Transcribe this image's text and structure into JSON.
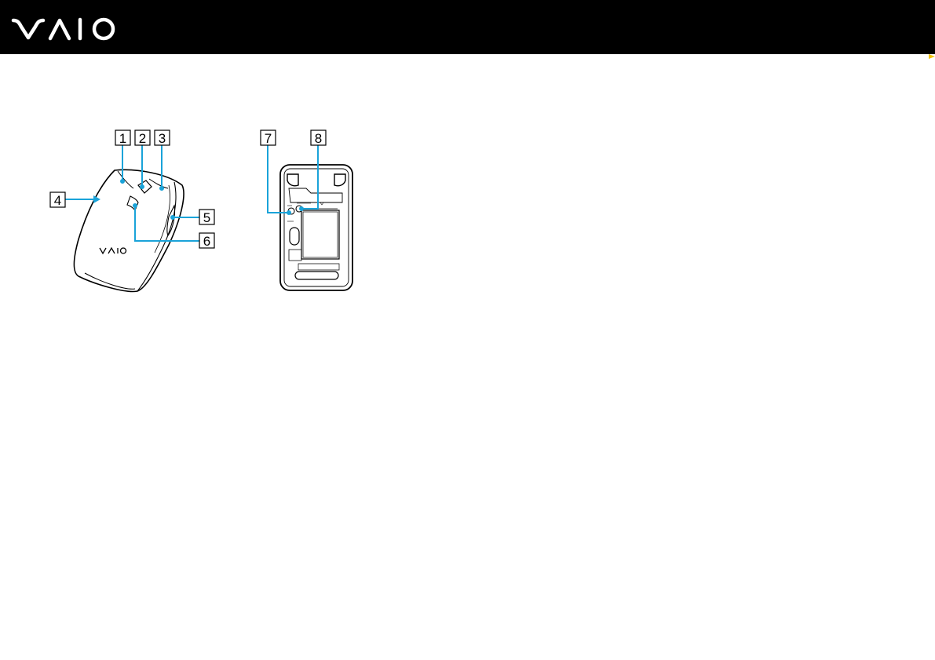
{
  "brand": {
    "logo_name": "vaio-logo",
    "bar_color": "#000000",
    "logo_color": "#ffffff"
  },
  "figure": {
    "accent_color": "#1aa3d9",
    "callouts": [
      {
        "id": "callout-1",
        "label": "1"
      },
      {
        "id": "callout-2",
        "label": "2"
      },
      {
        "id": "callout-3",
        "label": "3"
      },
      {
        "id": "callout-4",
        "label": "4"
      },
      {
        "id": "callout-5",
        "label": "5"
      },
      {
        "id": "callout-6",
        "label": "6"
      },
      {
        "id": "callout-7",
        "label": "7"
      },
      {
        "id": "callout-8",
        "label": "8"
      }
    ]
  }
}
